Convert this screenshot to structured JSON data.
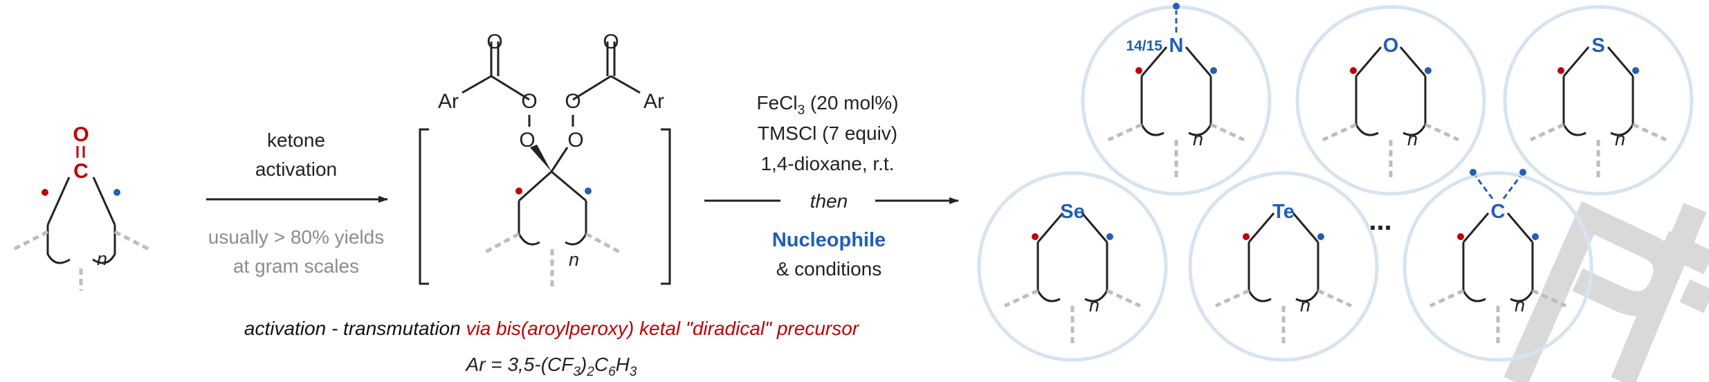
{
  "colors": {
    "red": "#c00000",
    "blue": "#1f5fb8",
    "dark": "#222222",
    "gray": "#8c8c8c",
    "light_gray": "#bdbdbd",
    "circle": "#d7e3ee",
    "watermark": "#d9d9d9"
  },
  "start": {
    "oxygen": "O",
    "carbon": "C",
    "ring_n": "n"
  },
  "step1": {
    "line1": "ketone",
    "line2": "activation",
    "yield1": "usually > 80% yields",
    "yield2": "at gram scales"
  },
  "intermediate": {
    "ar_left": "Ar",
    "ar_right": "Ar",
    "o_carbonyl_left": "O",
    "o_carbonyl_right": "O",
    "o1": "O",
    "o2": "O",
    "o3": "O",
    "o4": "O",
    "ring_n": "n"
  },
  "step2": {
    "fecl3_a": "FeCl",
    "fecl3_sub": "3",
    "fecl3_b": " (20 mol%)",
    "tmscl": "TMSCl (7 equiv)",
    "solvent": "1,4-dioxane, r.t.",
    "then": "then",
    "nucleophile": "Nucleophile",
    "conditions": "& conditions"
  },
  "caption": {
    "part1": "activation - transmutation ",
    "part2": "via bis(aroylperoxy) ketal \"diradical\" precursor",
    "ar_a": "Ar = 3,5-(CF",
    "ar_s1": "3",
    "ar_b": ")",
    "ar_s2": "2",
    "ar_c": "C",
    "ar_s3": "6",
    "ar_d": "H",
    "ar_s4": "3"
  },
  "products": [
    {
      "atom": "N",
      "prefix": "14/15",
      "ring_n": "n"
    },
    {
      "atom": "O",
      "ring_n": "n"
    },
    {
      "atom": "S",
      "ring_n": "n"
    },
    {
      "atom": "Se",
      "ring_n": "n"
    },
    {
      "atom": "Te",
      "ring_n": "n"
    },
    {
      "atom": "C",
      "ring_n": "n"
    }
  ],
  "more": "..."
}
